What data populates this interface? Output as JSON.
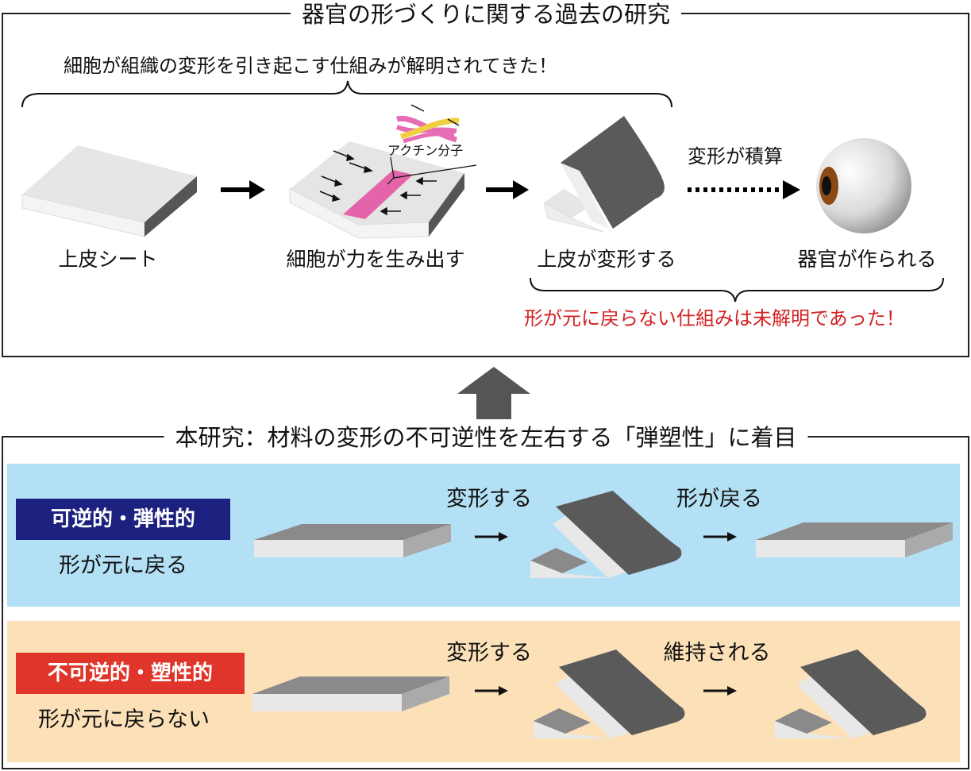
{
  "top_panel": {
    "title": "器官の形づくりに関する過去の研究",
    "known_note": "細胞が組織の変形を引き起こす仕組みが解明されてきた！",
    "unknown_note": "形が元に戻らない仕組みは未解明であった！",
    "actin_label": "アクチン分子",
    "accumulate_label": "変形が積算",
    "steps": [
      {
        "label": "上皮シート"
      },
      {
        "label": "細胞が力を生み出す"
      },
      {
        "label": "上皮が変形する"
      },
      {
        "label": "器官が作られる"
      }
    ]
  },
  "bottom_panel": {
    "title": "本研究：材料の変形の不可逆性を左右する「弾塑性」に着目",
    "rows": [
      {
        "badge": "可逆的・弾性的",
        "desc": "形が元に戻る",
        "step1": "変形する",
        "step2": "形が戻る",
        "background": "#b3e0f4",
        "badge_color": "#1c2180"
      },
      {
        "badge": "不可逆的・塑性的",
        "desc": "形が元に戻らない",
        "step1": "変形する",
        "step2": "維持される",
        "background": "#fbe0b8",
        "badge_color": "#e0352b"
      }
    ]
  }
}
